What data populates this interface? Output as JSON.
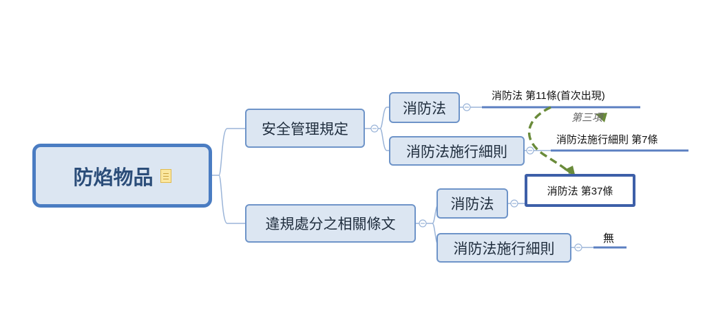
{
  "root": {
    "label": "防焰物品",
    "note_icon": "note-icon"
  },
  "branches": [
    {
      "label": "安全管理規定",
      "children": [
        {
          "label": "消防法",
          "leaf": "消防法 第11條(首次出現)"
        },
        {
          "label": "消防法施行細則",
          "leaf": "消防法施行細則 第7條"
        }
      ]
    },
    {
      "label": "違規處分之相關條文",
      "children": [
        {
          "label": "消防法",
          "leaf": "消防法 第37條"
        },
        {
          "label": "消防法施行細則",
          "leaf": "無"
        }
      ]
    }
  ],
  "relation_label": "第三項",
  "colors": {
    "node_fill": "#dce6f2",
    "node_border": "#6d93c8",
    "relation": "#6a8b3a",
    "highlight": "#3d5fa8"
  }
}
